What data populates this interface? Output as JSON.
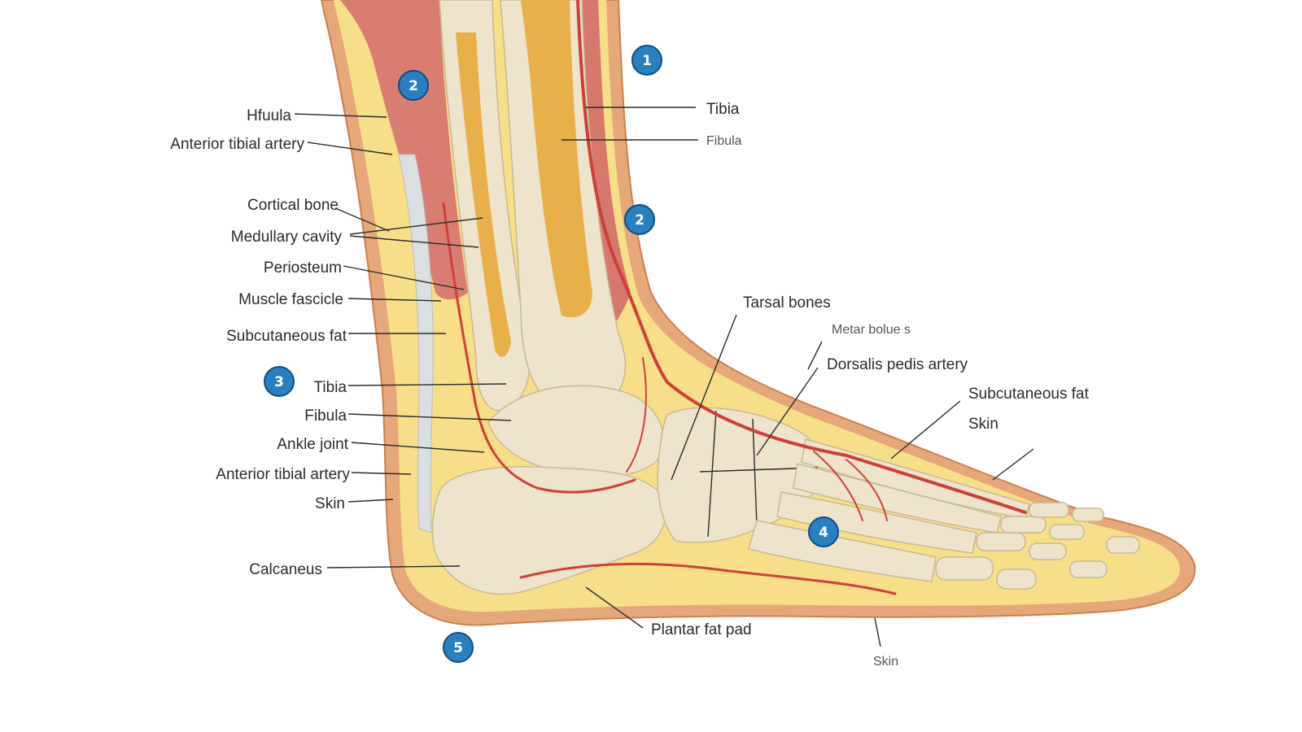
{
  "colors": {
    "skin": "#e6a77b",
    "skin_edge": "#c9804f",
    "fat": "#f7de88",
    "muscle": "#d97d72",
    "bone": "#ede4cb",
    "marrow": "#e7b04a",
    "artery": "#cf3f3a",
    "tendon": "#dcdfe2",
    "badge": "#2a7fc1"
  },
  "badges": [
    "1",
    "2",
    "2",
    "3",
    "4",
    "5"
  ],
  "labels": {
    "hfula": "Hfuula",
    "anterior_tibial_artery_top": "Anterior tibial artery",
    "cortical_bone": "Cortical bone",
    "medullary_cavity": "Medullary cavity",
    "periosteum": "Periosteum",
    "muscle_fascicle": "Muscle fascicle",
    "subcutaneous_fat_left": "Subcutaneous fat",
    "tibia_left": "Tibia",
    "fibula_left": "Fibula",
    "ankle_joint": "Ankle joint",
    "anterior_tibial_artery_low": "Anterior tibial artery",
    "skin_left": "Skin",
    "calcaneus": "Calcaneus",
    "tibia_right": "Tibia",
    "fibula_right": "Fibula",
    "tarsal_bones": "Tarsal bones",
    "metatarsal_garbled": "Metar bolue s",
    "dorsalis_pedis_artery": "Dorsalis pedis artery",
    "subcutaneous_fat_right": "Subcutaneous fat",
    "skin_right": "Skin",
    "plantar_fat_pad": "Plantar fat pad",
    "skin_bottom": "Skin"
  }
}
